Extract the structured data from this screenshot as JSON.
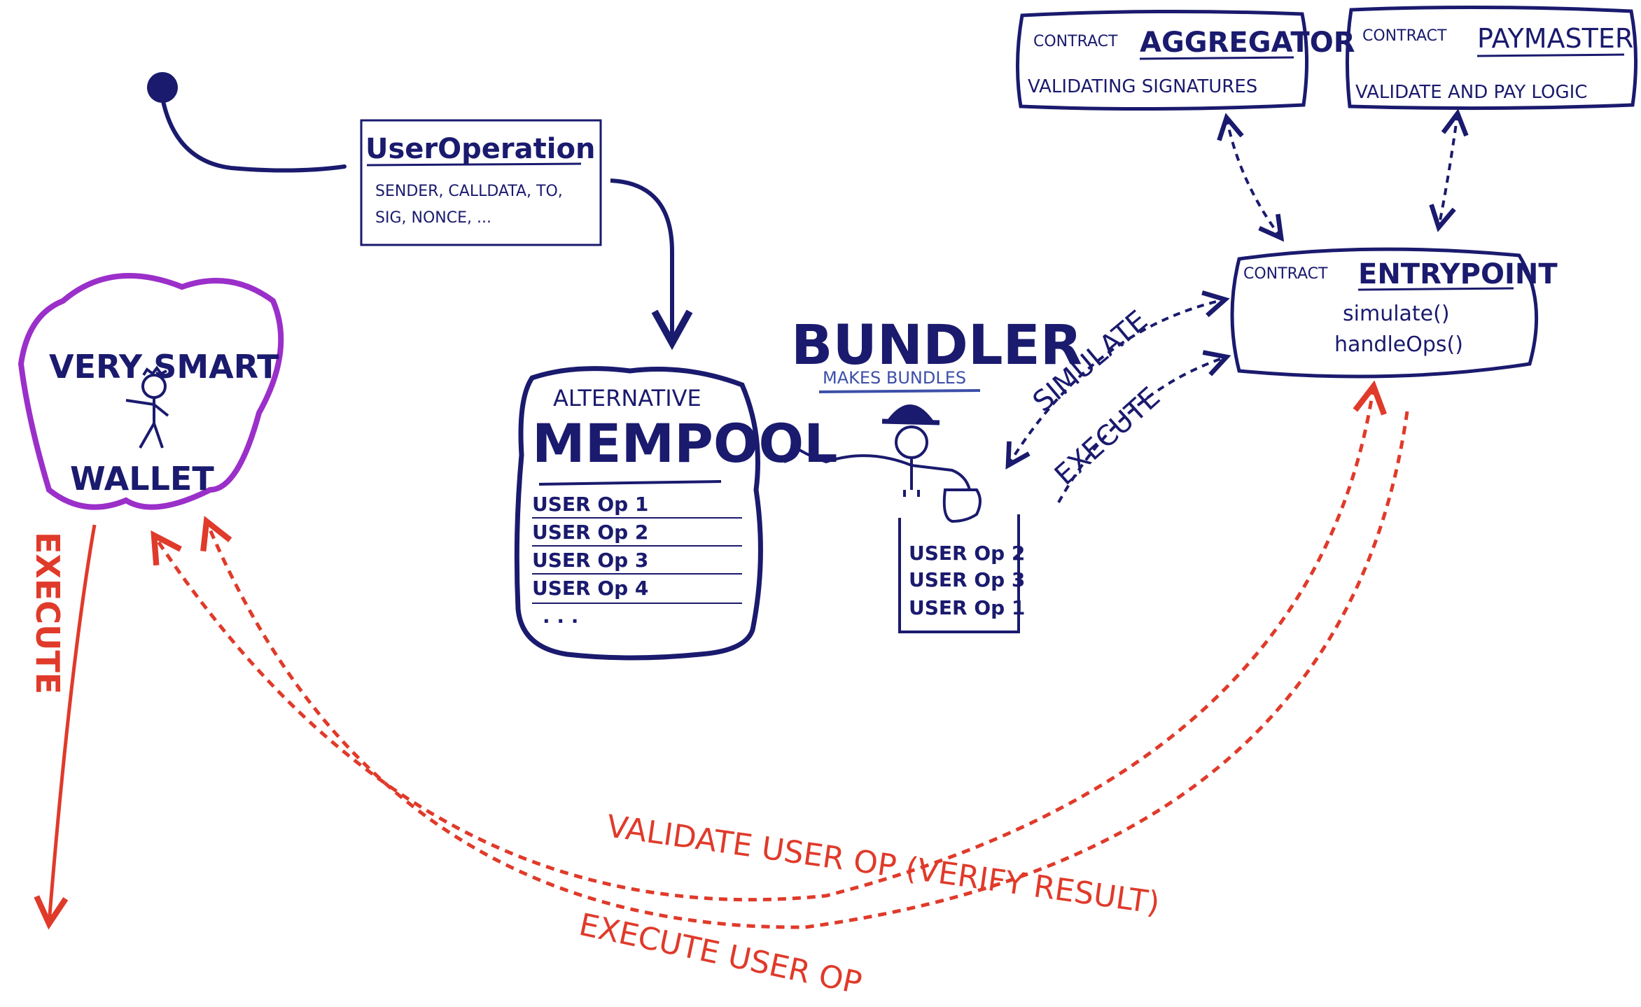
{
  "colors": {
    "navy": "#1a1a6e",
    "red": "#e03a2a",
    "purple": "#9b2fc9",
    "bundler_sub": "#3d4fa8"
  },
  "user_operation": {
    "title": "UserOperation",
    "line1": "SENDER, CALLDATA, TO,",
    "line2": "SIG, NONCE, ..."
  },
  "wallet": {
    "line1": "VERY SMART",
    "line2": "WALLET"
  },
  "mempool": {
    "line1": "ALTERNATIVE",
    "line2": "MEMPOOL",
    "items": [
      "USER Op 1",
      "USER Op 2",
      "USER Op 3",
      "USER Op 4",
      ". . ."
    ]
  },
  "bundler": {
    "title": "BUNDLER",
    "subtitle": "MAKES BUNDLES",
    "bundle": [
      "USER Op 2",
      "USER Op 3",
      "USER Op 1"
    ]
  },
  "aggregator": {
    "kind": "CONTRACT",
    "name": "AGGREGATOR",
    "desc": "VALIDATING SIGNATURES"
  },
  "paymaster": {
    "kind": "CONTRACT",
    "name": "PAYMASTER",
    "desc": "VALIDATE AND PAY LOGIC"
  },
  "entrypoint": {
    "kind": "CONTRACT",
    "name": "ENTRYPOINT",
    "fn1": "simulate()",
    "fn2": "handleOps()"
  },
  "arrows": {
    "simulate": "SIMULATE",
    "execute": "EXECUTE",
    "wallet_execute": "EXECUTE",
    "validate": "VALIDATE USER OP (VERIFY RESULT)",
    "execute_user_op": "EXECUTE USER OP"
  }
}
